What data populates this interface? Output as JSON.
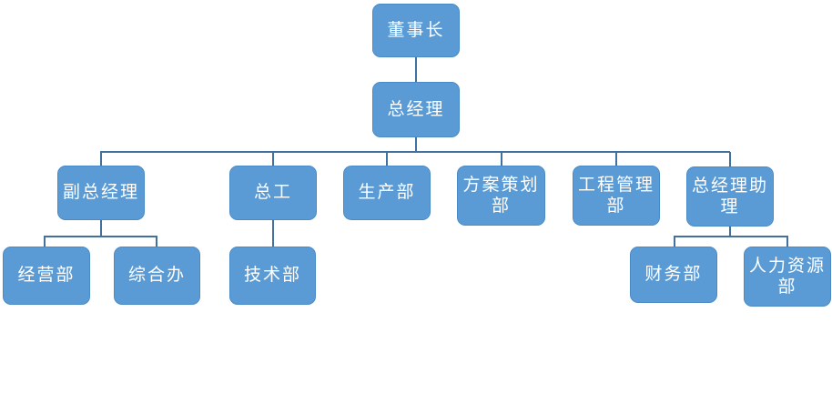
{
  "org_chart": {
    "type": "org-chart",
    "colors": {
      "box_fill": "#5B9BD5",
      "box_border": "#4A8AC6",
      "connector": "#41719C",
      "text": "#FFFFFF",
      "background": "#FFFFFF"
    },
    "nodes": {
      "chairman": {
        "label": "董事长"
      },
      "general_manager": {
        "label": "总经理"
      },
      "deputy_general_manager": {
        "label": "副总经理"
      },
      "chief_engineer": {
        "label": "总工"
      },
      "production_dept": {
        "label": "生产部"
      },
      "planning_dept": {
        "label": "方案策划\n部"
      },
      "engineering_mgmt_dept": {
        "label": "工程管理\n部"
      },
      "gm_assistant": {
        "label": "总经理助\n理"
      },
      "operations_dept": {
        "label": "经营部"
      },
      "general_office": {
        "label": "综合办"
      },
      "technology_dept": {
        "label": "技术部"
      },
      "finance_dept": {
        "label": "财务部"
      },
      "hr_dept": {
        "label": "人力资源\n部"
      }
    },
    "hierarchy": [
      {
        "id": "chairman",
        "children": [
          "general_manager"
        ]
      },
      {
        "id": "general_manager",
        "children": [
          "deputy_general_manager",
          "chief_engineer",
          "production_dept",
          "planning_dept",
          "engineering_mgmt_dept",
          "gm_assistant"
        ]
      },
      {
        "id": "deputy_general_manager",
        "children": [
          "operations_dept",
          "general_office"
        ]
      },
      {
        "id": "chief_engineer",
        "children": [
          "technology_dept"
        ]
      },
      {
        "id": "gm_assistant",
        "children": [
          "finance_dept",
          "hr_dept"
        ]
      }
    ]
  }
}
